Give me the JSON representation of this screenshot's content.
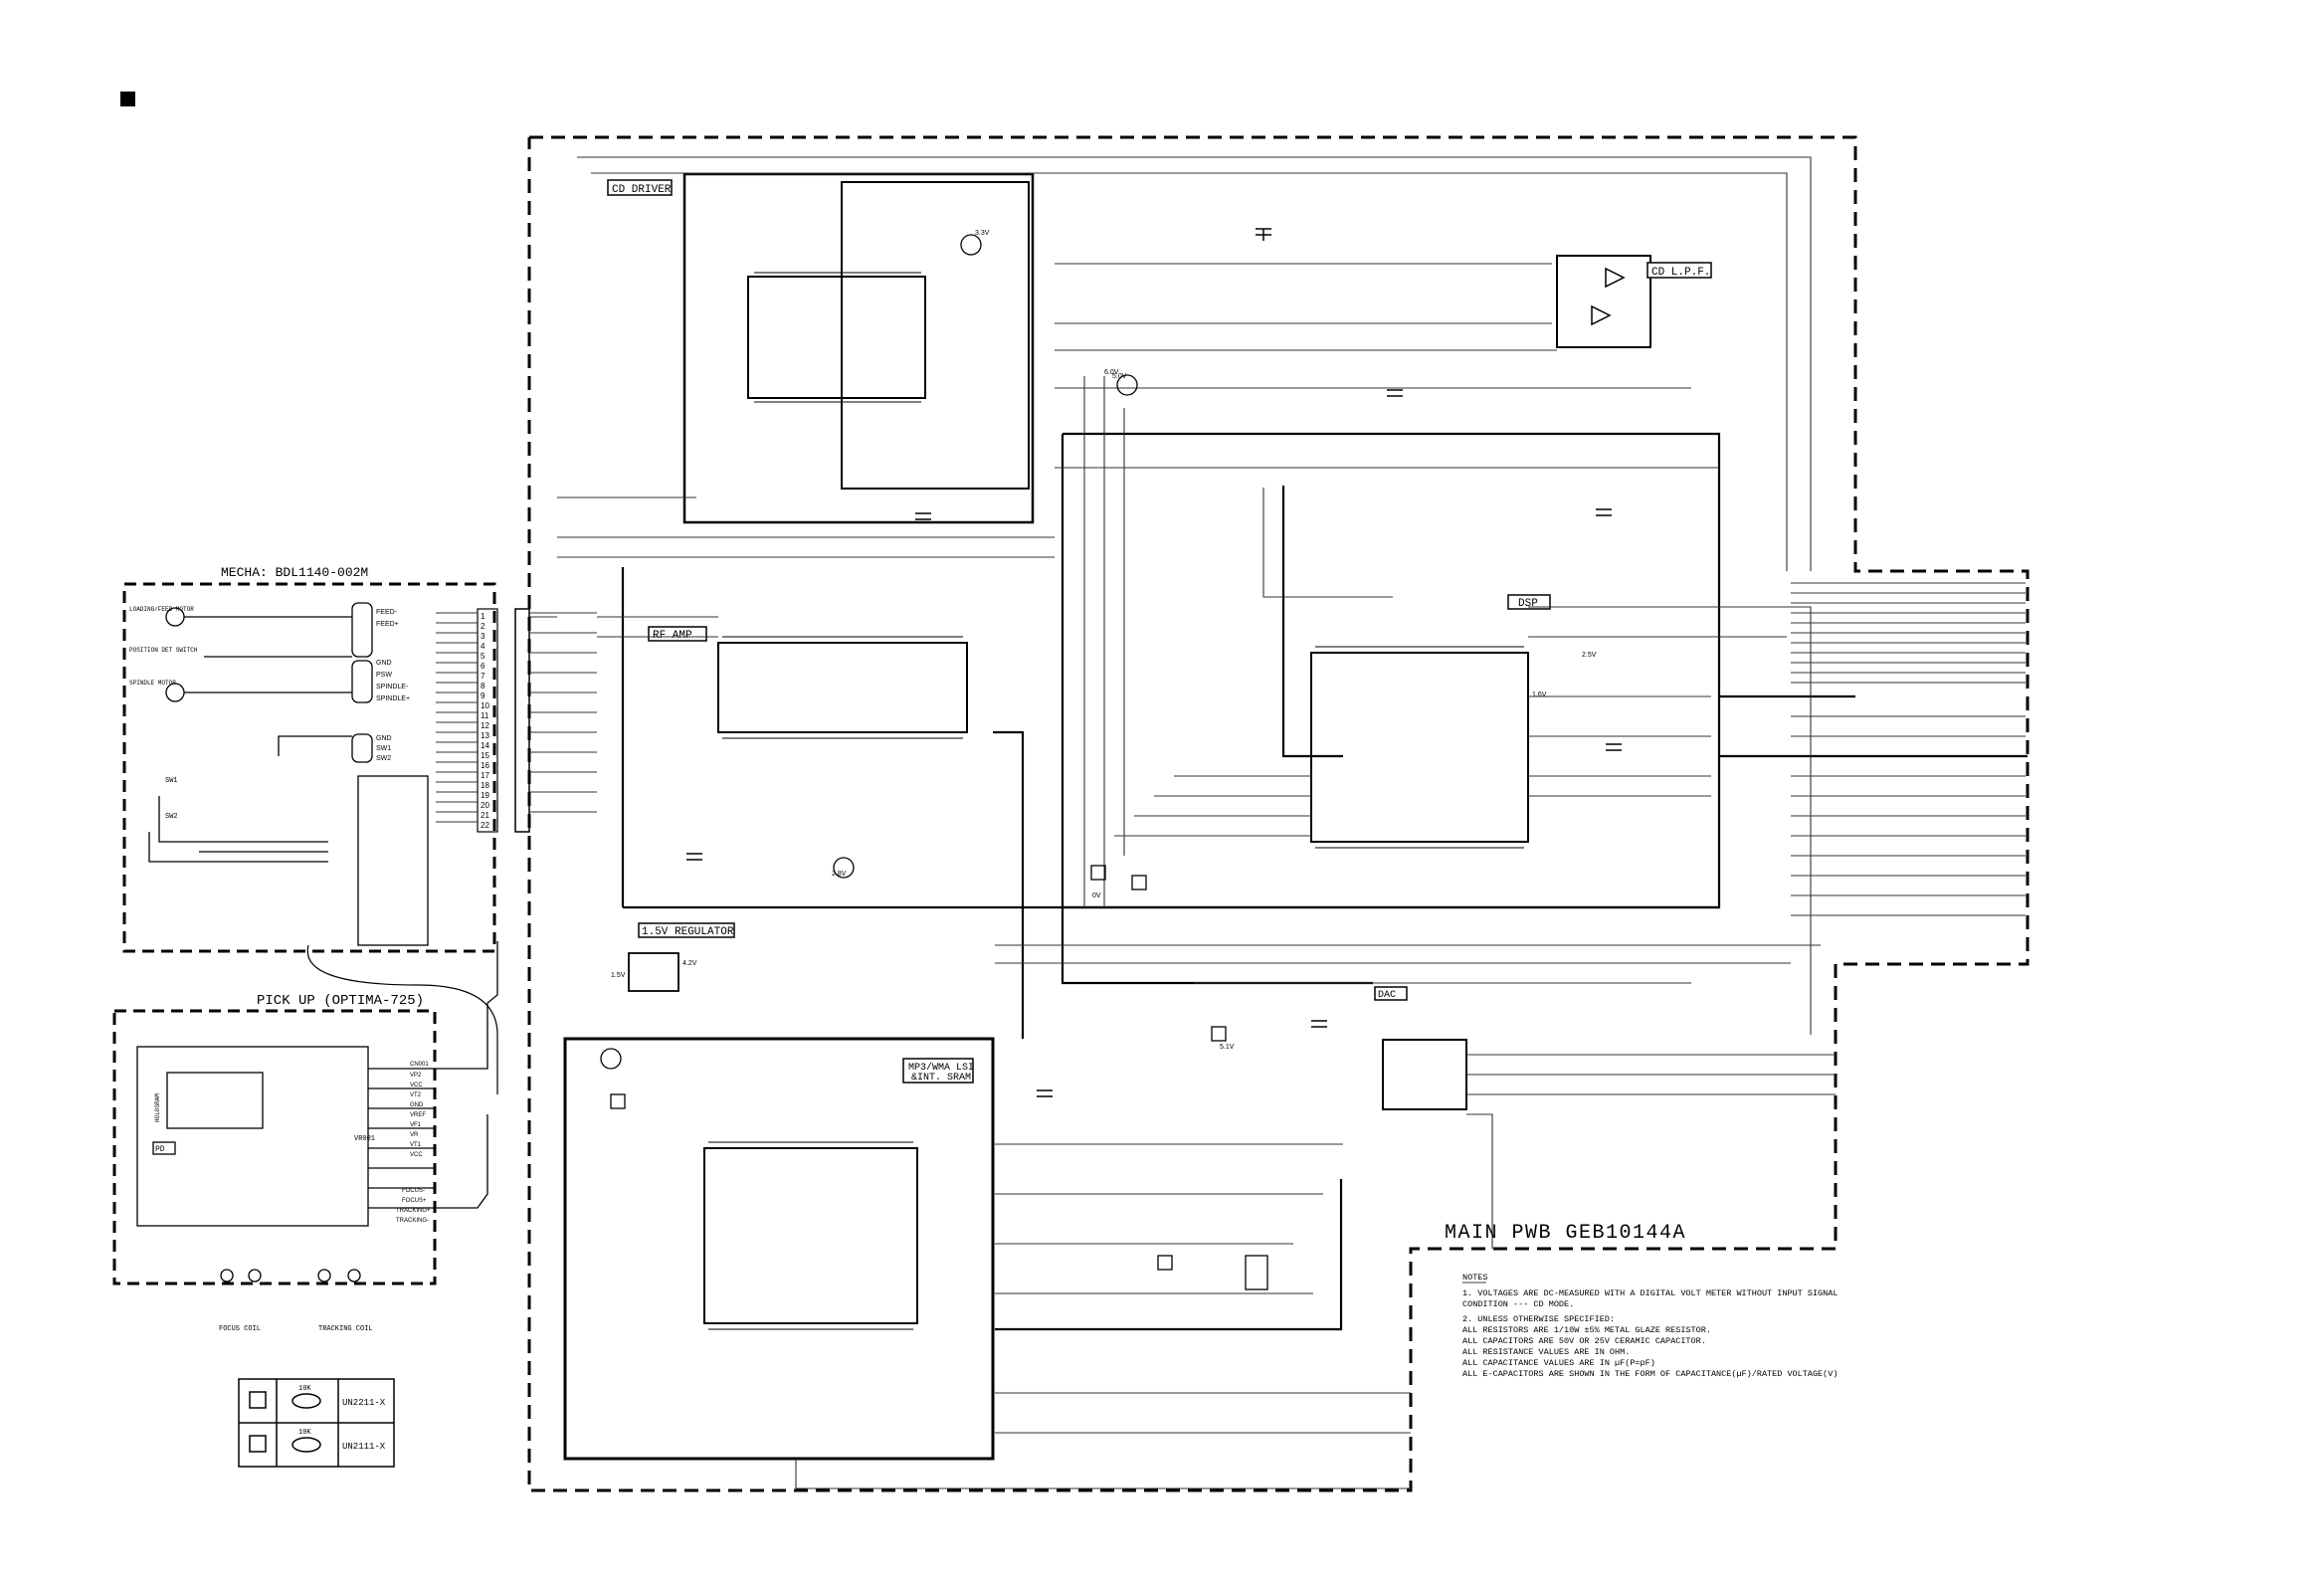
{
  "page": {
    "marker": "■"
  },
  "blocks": {
    "cd_driver": "CD DRIVER",
    "cd_lpf": "CD L.P.F.",
    "rf_amp": "RF AMP",
    "dsp": "DSP",
    "dac": "DAC",
    "regulator": "1.5V REGULATOR",
    "mp3_lsi_line1": "MP3/WMA LSI",
    "mp3_lsi_line2": "&INT. SRAM",
    "mecha": "MECHA: BDL1140-002M",
    "pickup": "PICK UP  (OPTIMA-725)",
    "main_pwb": "MAIN PWB GEB10144A"
  },
  "mecha": {
    "loading_motor": "LOADING/FEED MOTOR",
    "position_switch": "POSITION DET SWITCH",
    "spindle_motor": "SPINDLE MOTOR",
    "sw1": "SW1",
    "sw2": "SW2",
    "pins": [
      "FEED-",
      "FEED+",
      "GND",
      "PSW",
      "SPINDLE-",
      "SPINDLE+",
      "GND",
      "SW1",
      "SW2"
    ]
  },
  "pickup": {
    "ic_label": "HOLOGRAM",
    "pd_label": "PD",
    "vr_label": "VR001",
    "focus_coil": "FOCUS COIL",
    "tracking_coil": "TRACKING COIL",
    "pins": [
      "CN001",
      "VP2",
      "VCC",
      "VT2",
      "GND",
      "VREF",
      "VF1",
      "VR",
      "VT1",
      "VCC",
      "FOCUS-",
      "FOCUS+",
      "TRACKING+",
      "TRACKING-"
    ]
  },
  "connector_pins": [
    "1",
    "2",
    "3",
    "4",
    "5",
    "6",
    "7",
    "8",
    "9",
    "10",
    "11",
    "12",
    "13",
    "14",
    "15",
    "16",
    "17",
    "18",
    "19",
    "20",
    "21",
    "22"
  ],
  "voltages": [
    "5.0V",
    "2.8V",
    "5.1V",
    "3.3V",
    "1.5V",
    "0V",
    "2.5V",
    "1.6V",
    "4.2V",
    "6.0V"
  ],
  "legend": {
    "r1": "10K",
    "r2": "10K",
    "row1_part": "UN2211-X",
    "row2_part": "UN2111-X"
  },
  "notes": {
    "heading": "NOTES",
    "line1": "1. VOLTAGES ARE DC-MEASURED WITH A DIGITAL VOLT METER WITHOUT INPUT SIGNAL",
    "line2": "   CONDITION --- CD MODE.",
    "line3": "2. UNLESS OTHERWISE SPECIFIED:",
    "line4": "   ALL RESISTORS ARE 1/10W ±5% METAL GLAZE RESISTOR.",
    "line5": "   ALL CAPACITORS ARE 50V OR 25V CERAMIC CAPACITOR.",
    "line6": "   ALL RESISTANCE VALUES ARE IN OHM.",
    "line7": "   ALL CAPACITANCE VALUES ARE IN µF(P=pF)",
    "line8": "   ALL E-CAPACITORS ARE SHOWN IN THE FORM OF CAPACITANCE(µF)/RATED VOLTAGE(V)"
  },
  "colors": {
    "ink": "#000000",
    "paper": "#ffffff",
    "wire_light": "#555555"
  }
}
